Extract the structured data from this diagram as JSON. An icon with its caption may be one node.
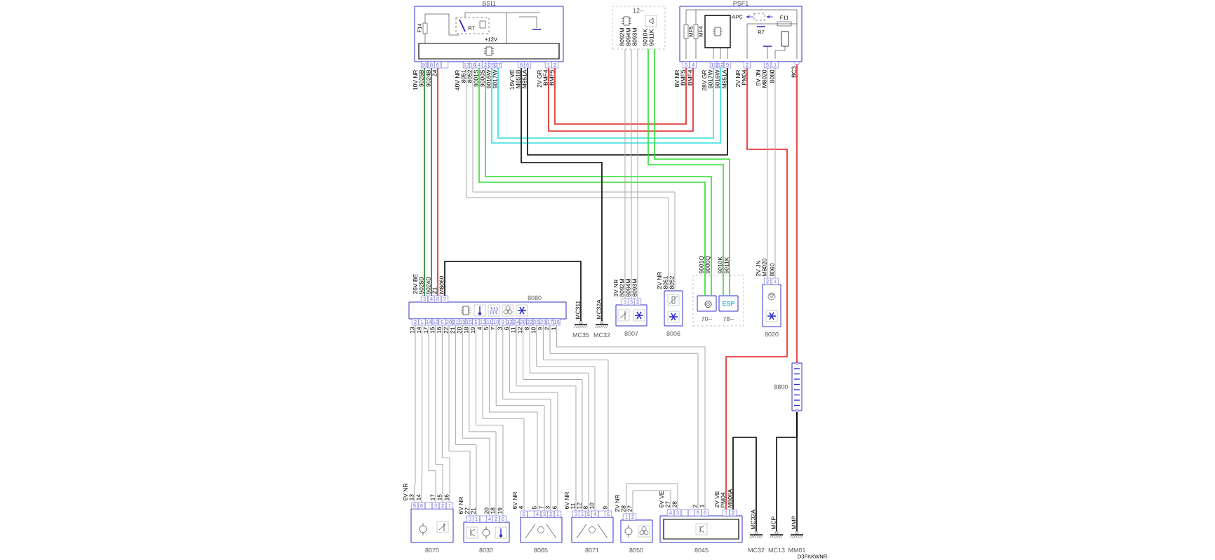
{
  "diagram": {
    "nodes": [
      {
        "text": [
          "BSI1"
        ]
      },
      {
        "text": [
          "12--"
        ]
      },
      {
        "text": [
          "PSF1"
        ]
      },
      {
        "text": [
          "8080"
        ]
      },
      {
        "text": [
          "MC35"
        ]
      },
      {
        "text": [
          "MC32"
        ]
      },
      {
        "text": [
          "8007"
        ]
      },
      {
        "text": [
          "8006"
        ]
      },
      {
        "text": [],
        "shape": "box"
      },
      {
        "text": [
          "70--"
        ],
        "in": 8
      },
      {
        "text": [
          "ESP",
          "78--"
        ],
        "in": 8
      },
      {
        "text": [
          "8020"
        ]
      },
      {
        "text": [
          "8800"
        ]
      },
      {
        "text": [
          "8070"
        ]
      },
      {
        "text": [
          "8030"
        ]
      },
      {
        "text": [
          "8065"
        ]
      },
      {
        "text": [
          "8071"
        ]
      },
      {
        "text": [
          "8050"
        ]
      },
      {
        "text": [
          "8045"
        ]
      },
      {
        "text": [
          "MC32"
        ]
      },
      {
        "text": [
          "MC13"
        ]
      },
      {
        "text": [
          "MM01"
        ]
      }
    ],
    "edges": [
      {
        "from": 0,
        "to": 3,
        "arrow": "none",
        "color": "#1f7a1f"
      },
      {
        "from": 0,
        "to": 3,
        "arrow": "none",
        "color": "#1f7a1f"
      },
      {
        "from": 0,
        "to": 3,
        "arrow": "none",
        "color": "#e02020"
      },
      {
        "from": 3,
        "to": 4,
        "arrow": "none",
        "color": "#000000"
      },
      {
        "from": 0,
        "to": 7,
        "arrow": "none"
      },
      {
        "from": 0,
        "to": 7,
        "arrow": "none"
      },
      {
        "from": 0,
        "to": 9,
        "arrow": "none",
        "color": "#33dd33"
      },
      {
        "from": 0,
        "to": 9,
        "arrow": "none",
        "color": "#33dd33"
      },
      {
        "from": 0,
        "to": 2,
        "arrow": "none",
        "color": "#33dddd"
      },
      {
        "from": 0,
        "to": 2,
        "arrow": "none",
        "color": "#33dddd"
      },
      {
        "from": 0,
        "to": 5,
        "arrow": "none",
        "color": "#000000"
      },
      {
        "from": 0,
        "to": 2,
        "arrow": "none",
        "color": "#000000"
      },
      {
        "from": 0,
        "to": 2,
        "arrow": "none",
        "color": "#e02020"
      },
      {
        "from": 0,
        "to": 2,
        "arrow": "none",
        "color": "#e02020"
      },
      {
        "from": 1,
        "to": 6,
        "arrow": "none"
      },
      {
        "from": 1,
        "to": 6,
        "arrow": "none"
      },
      {
        "from": 1,
        "to": 6,
        "arrow": "none"
      },
      {
        "from": 1,
        "to": 10,
        "arrow": "none",
        "color": "#33dd33"
      },
      {
        "from": 1,
        "to": 10,
        "arrow": "none",
        "color": "#33dd33"
      },
      {
        "from": 2,
        "to": 18,
        "arrow": "none",
        "color": "#e02020"
      },
      {
        "from": 2,
        "to": 11,
        "arrow": "none"
      },
      {
        "from": 2,
        "to": 11,
        "arrow": "none"
      },
      {
        "from": 2,
        "to": 12,
        "arrow": "none",
        "color": "#e02020"
      },
      {
        "from": 12,
        "to": 21,
        "arrow": "none",
        "color": "#000000"
      },
      {
        "from": 12,
        "to": 20,
        "arrow": "none",
        "color": "#000000"
      },
      {
        "from": 18,
        "to": 19,
        "arrow": "none",
        "color": "#000000"
      },
      {
        "from": 3,
        "to": 13,
        "arrow": "none"
      },
      {
        "from": 3,
        "to": 13,
        "arrow": "none"
      },
      {
        "from": 3,
        "to": 13,
        "arrow": "none"
      },
      {
        "from": 3,
        "to": 13,
        "arrow": "none"
      },
      {
        "from": 3,
        "to": 13,
        "arrow": "none"
      },
      {
        "from": 3,
        "to": 14,
        "arrow": "none"
      },
      {
        "from": 3,
        "to": 14,
        "arrow": "none"
      },
      {
        "from": 3,
        "to": 14,
        "arrow": "none"
      },
      {
        "from": 3,
        "to": 14,
        "arrow": "none"
      },
      {
        "from": 3,
        "to": 14,
        "arrow": "none"
      },
      {
        "from": 3,
        "to": 15,
        "arrow": "none"
      },
      {
        "from": 3,
        "to": 15,
        "arrow": "none"
      },
      {
        "from": 3,
        "to": 15,
        "arrow": "none"
      },
      {
        "from": 3,
        "to": 15,
        "arrow": "none"
      },
      {
        "from": 3,
        "to": 15,
        "arrow": "none"
      },
      {
        "from": 3,
        "to": 16,
        "arrow": "none"
      },
      {
        "from": 3,
        "to": 16,
        "arrow": "none"
      },
      {
        "from": 3,
        "to": 16,
        "arrow": "none"
      },
      {
        "from": 3,
        "to": 16,
        "arrow": "none"
      },
      {
        "from": 3,
        "to": 16,
        "arrow": "none"
      },
      {
        "from": 3,
        "to": 18,
        "arrow": "none"
      },
      {
        "from": 3,
        "to": 18,
        "arrow": "none"
      },
      {
        "from": 18,
        "to": 17,
        "arrow": "none"
      },
      {
        "from": 18,
        "to": 17,
        "arrow": "none"
      }
    ],
    "labels": [
      "F14",
      "R7",
      "+12V",
      "10V NR",
      "10",
      "9025B",
      "8",
      "9024B",
      "6",
      "Z4",
      "40V NR",
      "17",
      "8051",
      "16",
      "8052",
      "4",
      "9001S",
      "2",
      "9000S",
      "25",
      "9016W",
      "27",
      "9017W",
      "16V VE",
      "8",
      "M851B",
      "6",
      "M851A",
      "2V GR",
      "1",
      "BMF4",
      "2",
      "BMF5",
      "8092M",
      "8094M",
      "8093M",
      "9010K",
      "9011K",
      "MF5",
      "MF4",
      "APC",
      "R7",
      "F11",
      "8V NR",
      "5",
      "BMF5",
      "4",
      "BMF4",
      "28V GR",
      "11",
      "9017W",
      "12",
      "9016W",
      "9",
      "M851A",
      "2V NR",
      "2",
      "PM04",
      "5V JN",
      "5",
      "M8020",
      "1",
      "8060",
      "BC3",
      "26V BE",
      "3",
      "9025D",
      "4",
      "9024D",
      "8",
      "Z1",
      "7",
      "M8060",
      "2",
      "13",
      "1",
      "14",
      "14",
      "17",
      "18",
      "15",
      "6",
      "16",
      "20",
      "22",
      "21",
      "21",
      "19",
      "20",
      "15",
      "18",
      "5",
      "19",
      "13",
      "4",
      "11",
      "5",
      "10",
      "7",
      "9",
      "3",
      "12",
      "6",
      "24",
      "11",
      "26",
      "12",
      "22",
      "8",
      "25",
      "10",
      "23",
      "9",
      "17",
      "2",
      "16",
      "1",
      "MC311",
      "MC32A",
      "3V NR",
      "1",
      "8092M",
      "3",
      "8094M",
      "2",
      "8093M",
      "2V NR",
      "8051",
      "8052",
      "9001Q",
      "9000Q",
      "9010K",
      "9011K",
      "2V JN",
      "2",
      "M8020",
      "1",
      "8060",
      "6V NR",
      "5",
      "13",
      "6",
      "14",
      "3",
      "17",
      "2",
      "15",
      "1",
      "16",
      "6V NR",
      "3",
      "22",
      "1",
      "21",
      "4",
      "20",
      "2",
      "18",
      "6",
      "19",
      "6V NR",
      "6",
      "4",
      "4",
      "5",
      "3",
      "7",
      "2",
      "3",
      "1",
      "6",
      "6V NR",
      "3",
      "11",
      "1",
      "12",
      "5",
      "8",
      "4",
      "10",
      "6",
      "9",
      "2V NR",
      "1",
      "28",
      "2",
      "27",
      "6V VE",
      "4",
      "27",
      "3",
      "28",
      "5",
      "2",
      "6",
      "1",
      "2V VE",
      "1",
      "PM04",
      "2",
      "M806A",
      "MC32A",
      "MCP",
      "MMP",
      "D3FKKWNR"
    ]
  }
}
